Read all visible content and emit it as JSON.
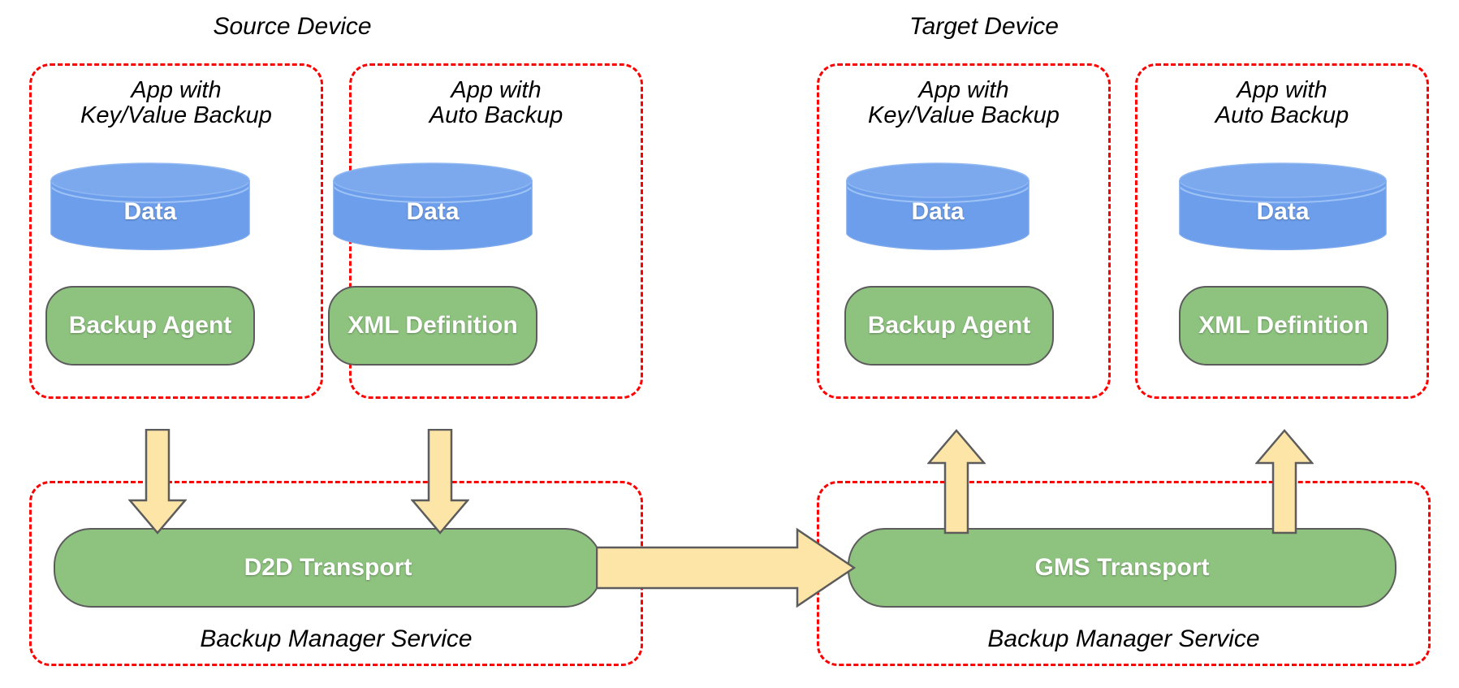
{
  "diagram": {
    "title_source": "Source Device",
    "title_target": "Target Device",
    "colors": {
      "dashed_border": "#ff0000",
      "cylinder_fill": "#6d9eeb",
      "pill_fill": "#8ec27f",
      "pill_stroke": "#5c5c5c",
      "arrow_fill": "#fce5a6",
      "arrow_stroke": "#5c5c5c",
      "text_dark": "#000000",
      "text_light": "#ffffff",
      "background": "#ffffff"
    },
    "source_device": {
      "label": "Source Device",
      "apps": [
        {
          "caption": "App with\nKey/Value Backup",
          "data_label": "Data",
          "component_label": "Backup Agent"
        },
        {
          "caption": "App with\nAuto Backup",
          "data_label": "Data",
          "component_label": "XML Definition"
        }
      ],
      "service": {
        "transport_label": "D2D Transport",
        "caption": "Backup Manager Service"
      }
    },
    "target_device": {
      "label": "Target Device",
      "apps": [
        {
          "caption": "App with\nKey/Value Backup",
          "data_label": "Data",
          "component_label": "Backup Agent"
        },
        {
          "caption": "App with\nAuto Backup",
          "data_label": "Data",
          "component_label": "XML Definition"
        }
      ],
      "service": {
        "transport_label": "GMS Transport",
        "caption": "Backup Manager Service"
      }
    },
    "arrows": [
      {
        "name": "source-kv-agent-to-d2d",
        "direction": "down"
      },
      {
        "name": "source-auto-xml-to-d2d",
        "direction": "down"
      },
      {
        "name": "d2d-to-gms",
        "direction": "right"
      },
      {
        "name": "gms-to-target-kv-agent",
        "direction": "up"
      },
      {
        "name": "gms-to-target-auto-xml",
        "direction": "up"
      }
    ]
  }
}
